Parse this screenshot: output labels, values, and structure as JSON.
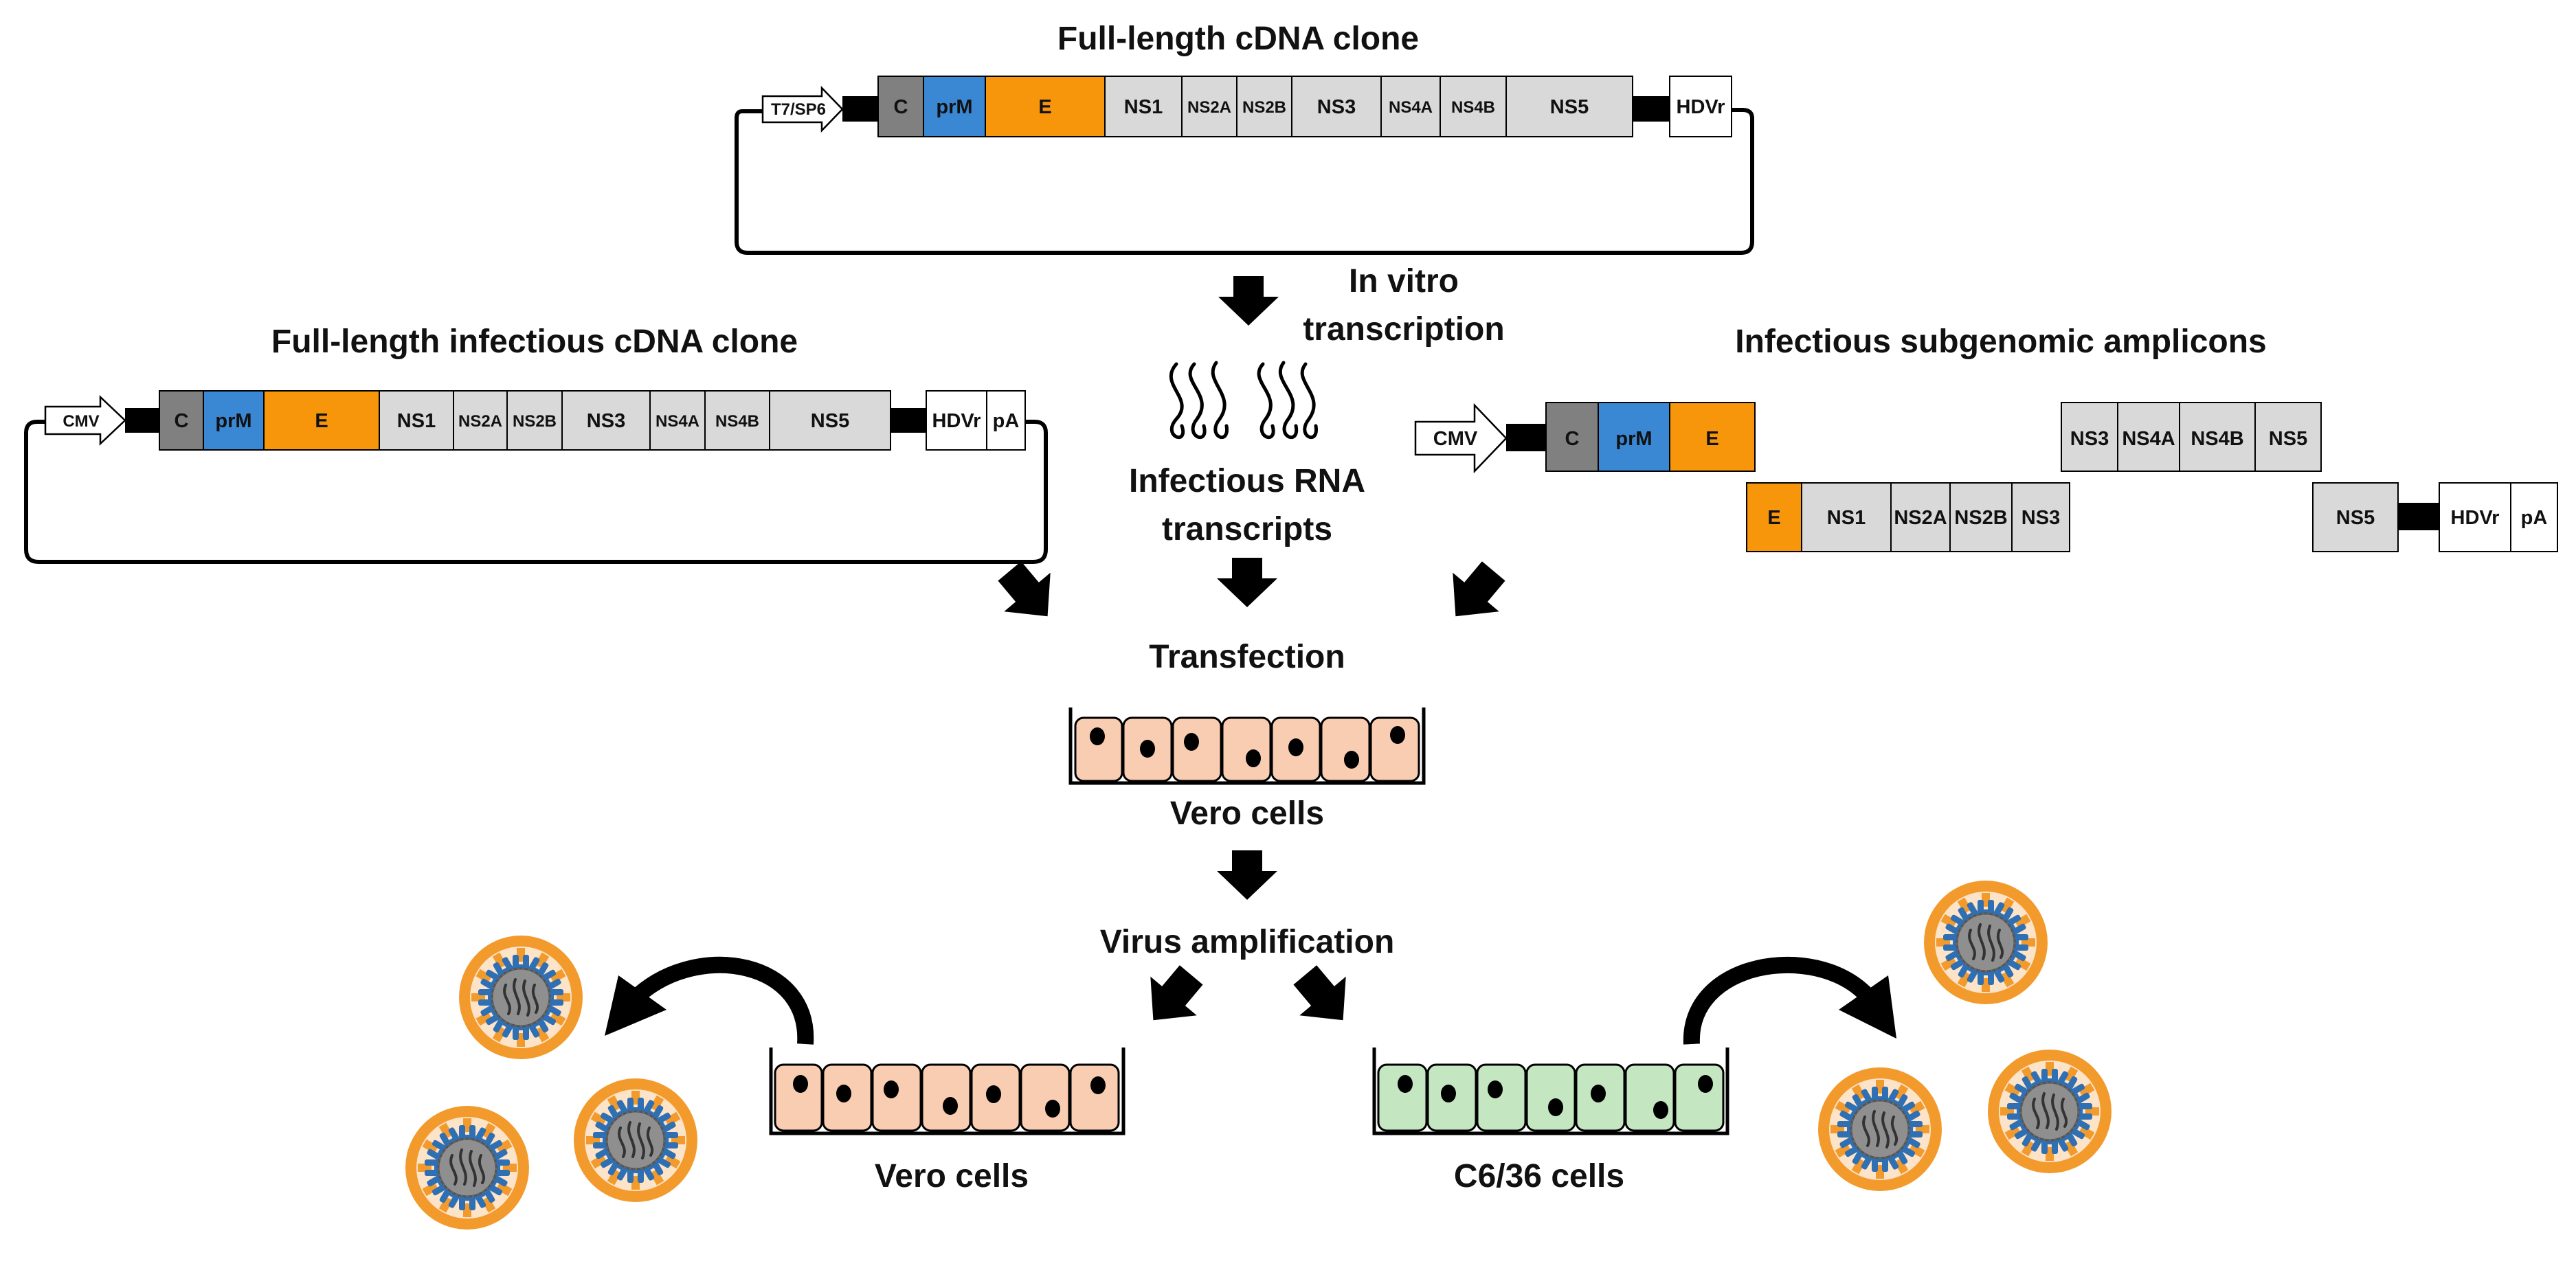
{
  "titles": {
    "full_length_cdna_clone": "Full-length cDNA clone",
    "full_length_infectious_cdna_clone": "Full-length infectious cDNA clone",
    "infectious_subgenomic_amplicons": "Infectious subgenomic amplicons"
  },
  "steps": {
    "in_vitro_line1": "In vitro",
    "in_vitro_line2": "transcription",
    "rna_line1": "Infectious RNA",
    "rna_line2": "transcripts",
    "transfection": "Transfection",
    "vero_cells_top": "Vero cells",
    "virus_amplification": "Virus amplification",
    "vero_cells_bottom": "Vero cells",
    "c636_cells": "C6/36 cells"
  },
  "top_clone": {
    "promoter": "T7/SP6",
    "genes": [
      "C",
      "prM",
      "E",
      "NS1",
      "NS2A",
      "NS2B",
      "NS3",
      "NS4A",
      "NS4B",
      "NS5"
    ],
    "end": "HDVr"
  },
  "left_clone": {
    "promoter": "CMV",
    "genes": [
      "C",
      "prM",
      "E",
      "NS1",
      "NS2A",
      "NS2B",
      "NS3",
      "NS4A",
      "NS4B",
      "NS5"
    ],
    "ends": [
      "HDVr",
      "pA"
    ]
  },
  "amplicons": {
    "fragment1": {
      "promoter": "CMV",
      "genes": [
        "C",
        "prM",
        "E"
      ]
    },
    "fragment2": {
      "genes": [
        "E",
        "NS1",
        "NS2A",
        "NS2B",
        "NS3"
      ]
    },
    "fragment3": {
      "genes": [
        "NS3",
        "NS4A",
        "NS4B",
        "NS5"
      ]
    },
    "fragment4": {
      "genes": [
        "NS5"
      ],
      "ends": [
        "HDVr",
        "pA"
      ]
    }
  },
  "colors": {
    "capsid": "#808080",
    "prM": "#3a88d4",
    "envelope": "#f7960b",
    "nonstructural": "#d9d9d9",
    "vero_cell": "#f9cdb1",
    "c636_cell": "#c4e6c1",
    "virion_core": "#8f8f8f",
    "spike_blue": "#2f6fb3",
    "spike_orange": "#f39a2c"
  }
}
